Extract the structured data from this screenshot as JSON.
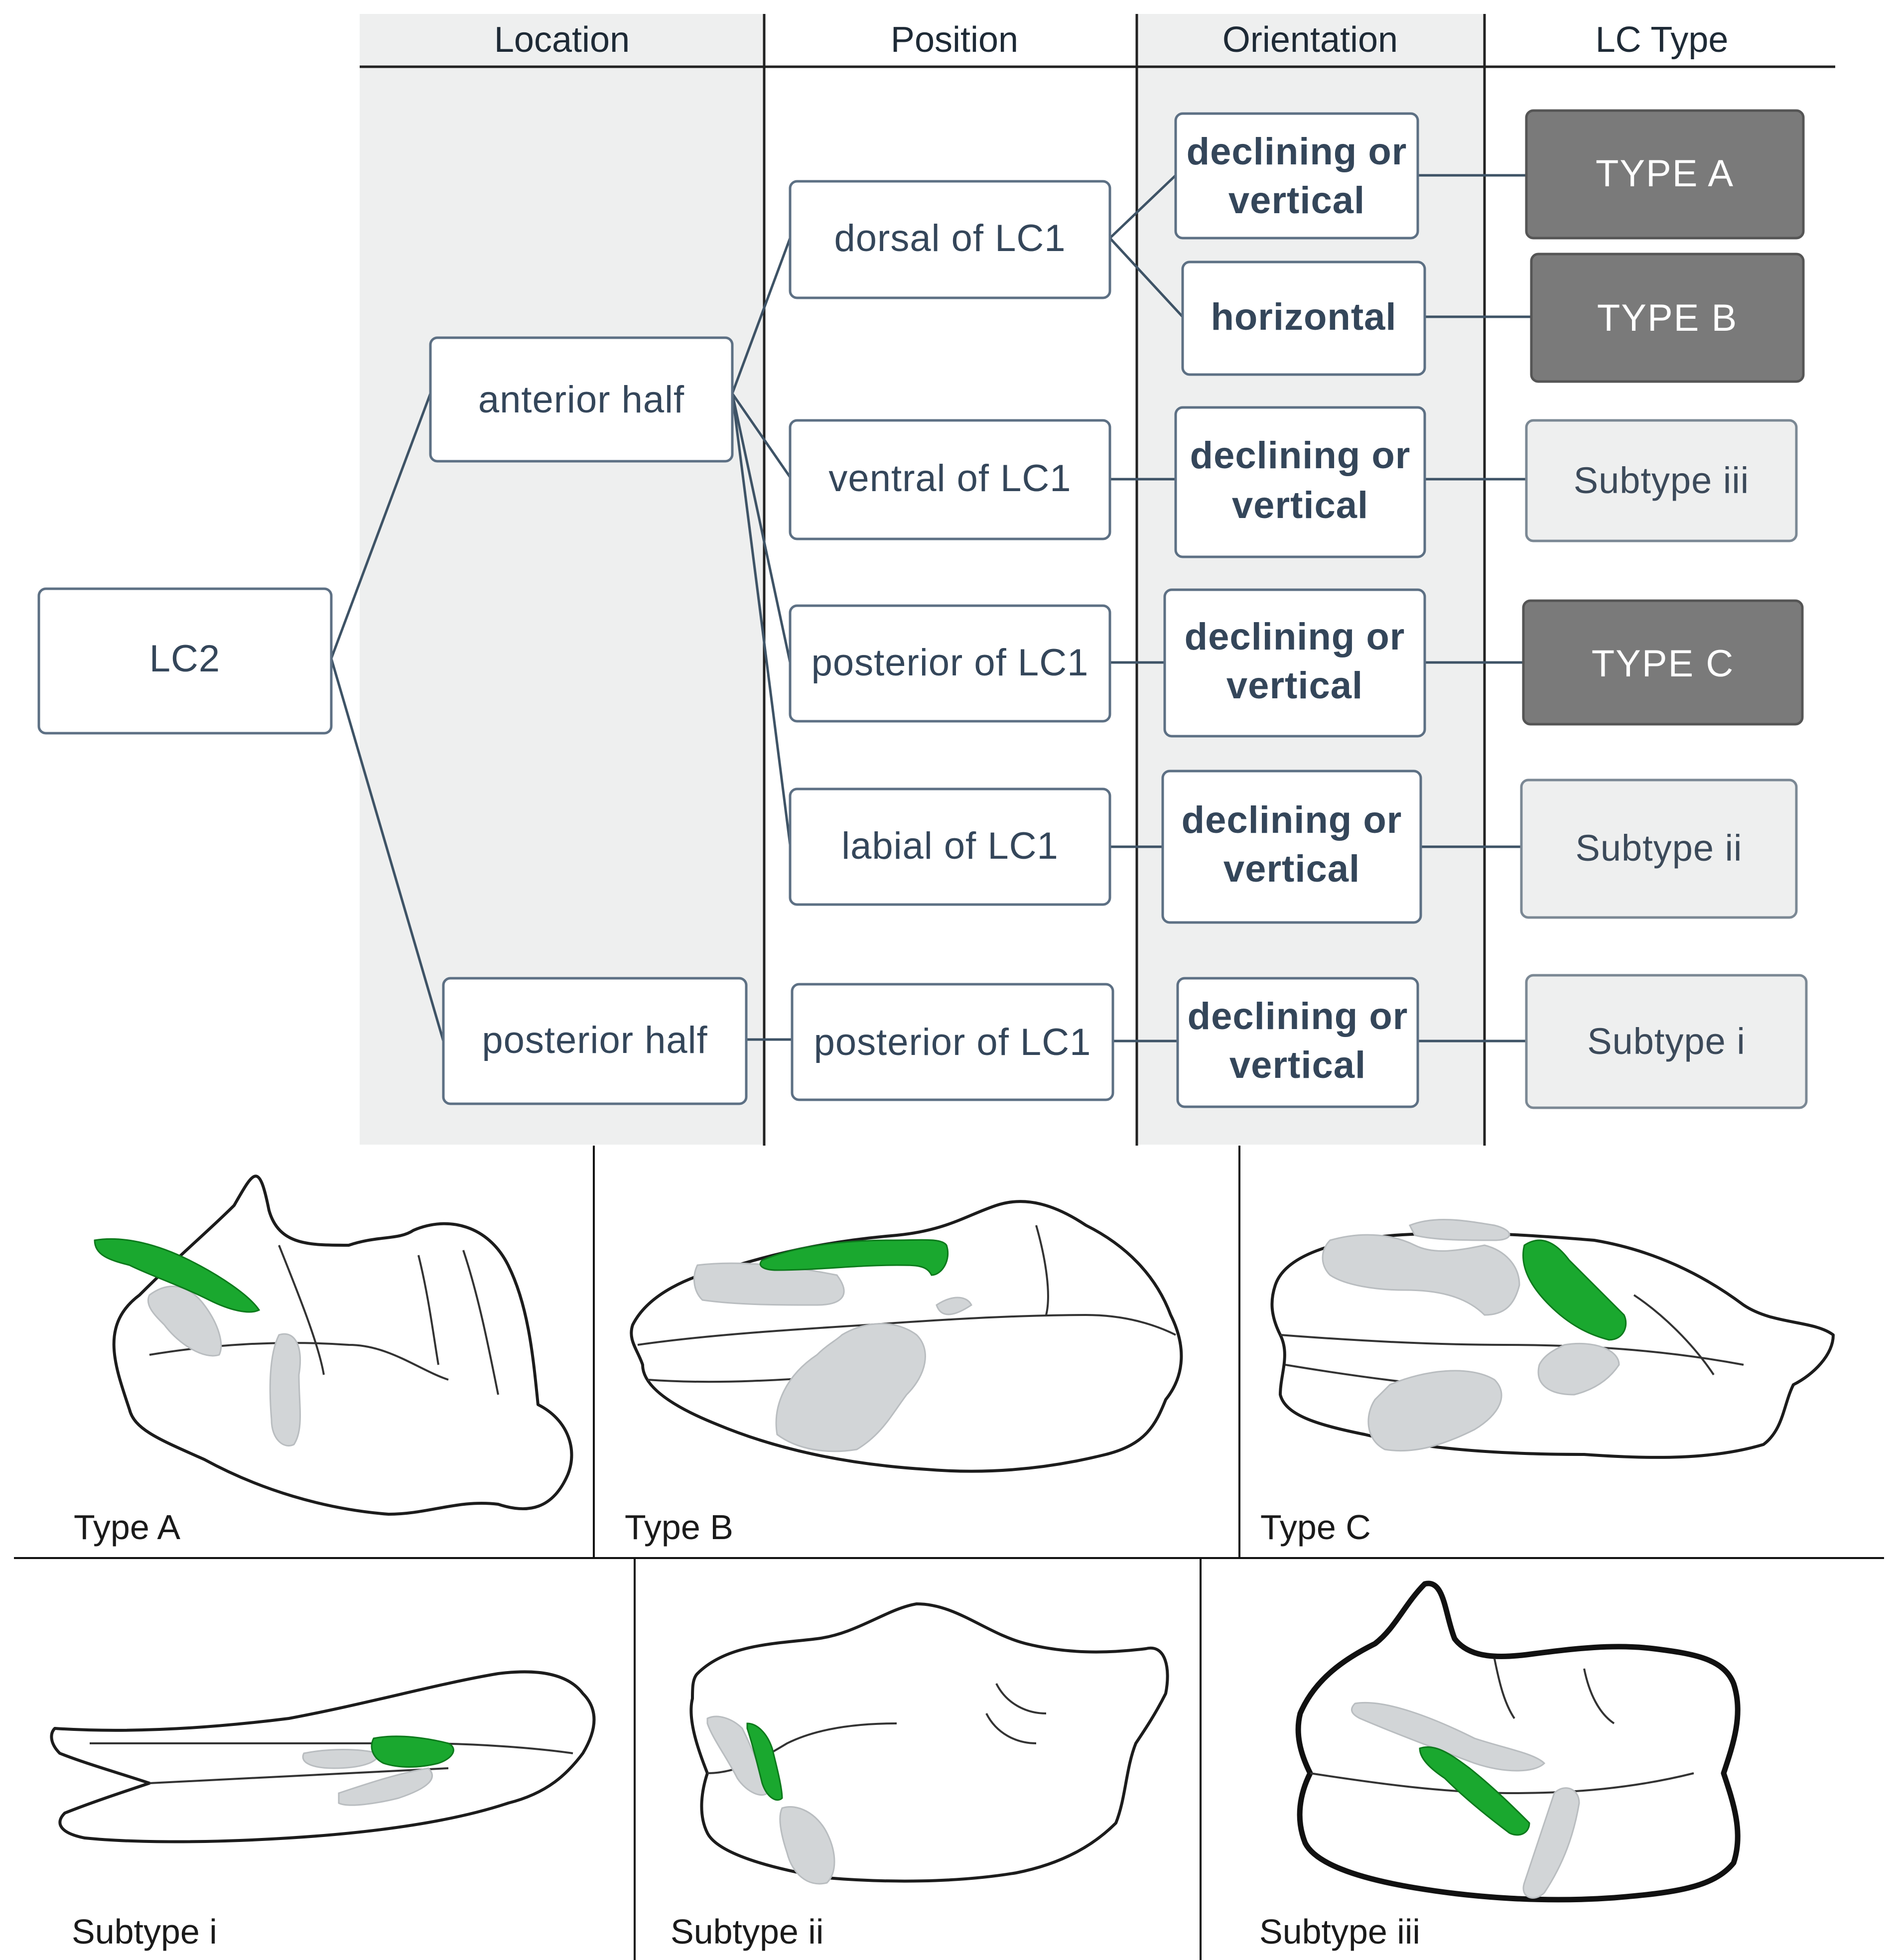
{
  "headers": {
    "location": "Location",
    "position": "Position",
    "orientation": "Orientation",
    "lc_type": "LC Type"
  },
  "nodes": {
    "root": "LC2",
    "anterior_half": "anterior half",
    "posterior_half": "posterior half",
    "dorsal": "dorsal of LC1",
    "ventral": "ventral of LC1",
    "posterior_a": "posterior of LC1",
    "labial": "labial of LC1",
    "posterior_b": "posterior of LC1",
    "declining_line1": "declining or",
    "declining_line2": "vertical",
    "horizontal": "horizontal"
  },
  "types": {
    "type_a": "TYPE A",
    "type_b": "TYPE B",
    "type_c": "TYPE C",
    "subtype_iii": "Subtype iii",
    "subtype_ii": "Subtype ii",
    "subtype_i": "Subtype i"
  },
  "captions": {
    "type_a": "Type A",
    "type_b": "Type B",
    "type_c": "Type C",
    "subtype_i": "Subtype i",
    "subtype_ii": "Subtype ii",
    "subtype_iii": "Subtype iii"
  },
  "colors": {
    "shaded_column": "#eeefef",
    "type_box_dark": "#7a7a7a",
    "subtype_box_light": "#eeefef",
    "highlight_green": "#1aa82f",
    "grey_structure": "#d2d5d7"
  }
}
